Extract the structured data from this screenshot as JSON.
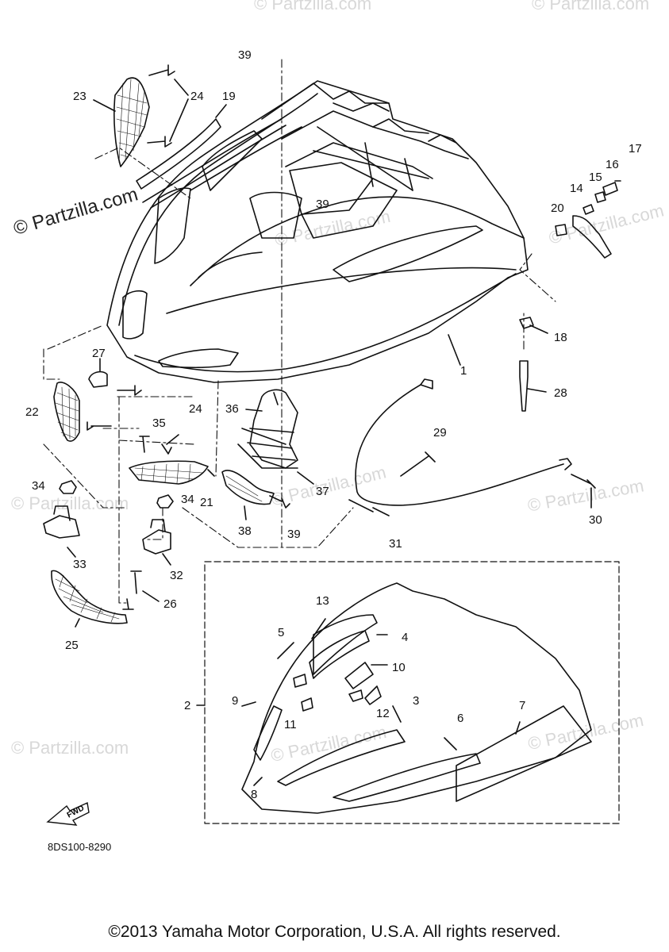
{
  "watermark_main": "© Partzilla.com",
  "watermark_faint": "© Partzilla.com",
  "callouts": {
    "c1": "1",
    "c2": "2",
    "c3": "3",
    "c4": "4",
    "c5": "5",
    "c6": "6",
    "c7": "7",
    "c8": "8",
    "c9": "9",
    "c10": "10",
    "c11": "11",
    "c12": "12",
    "c13": "13",
    "c14": "14",
    "c15": "15",
    "c16": "16",
    "c17": "17",
    "c18": "18",
    "c19": "19",
    "c20": "20",
    "c21": "21",
    "c22": "22",
    "c23": "23",
    "c24a": "24",
    "c24b": "24",
    "c25": "25",
    "c26": "26",
    "c27": "27",
    "c28": "28",
    "c29": "29",
    "c30": "30",
    "c31": "31",
    "c32": "32",
    "c33": "33",
    "c34a": "34",
    "c34b": "34",
    "c35": "35",
    "c36": "36",
    "c37": "37",
    "c38": "38",
    "c39a": "39",
    "c39b": "39",
    "c39c": "39"
  },
  "fwd_label": "FWD",
  "part_code": "8DS100-8290",
  "copyright": "©2013 Yamaha Motor Corporation, U.S.A. All rights reserved."
}
